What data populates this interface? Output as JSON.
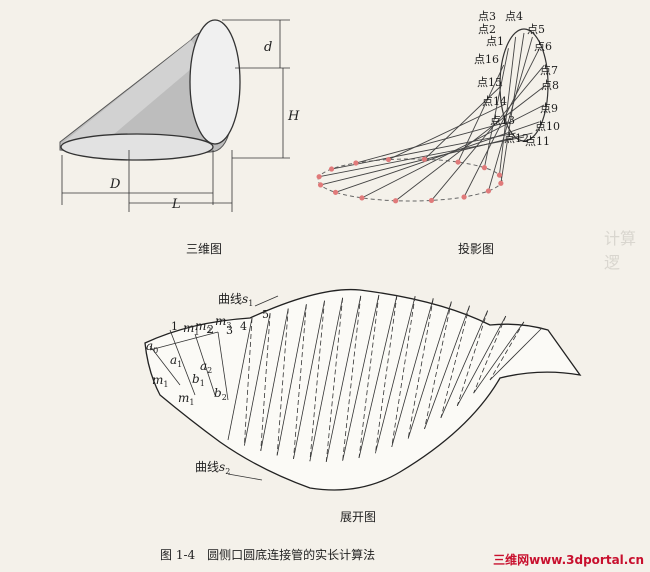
{
  "background_heading": "计算逻",
  "three_d": {
    "caption": "三维图",
    "labels": {
      "d": "d",
      "H": "H",
      "D": "D",
      "L": "L"
    }
  },
  "projection": {
    "caption": "投影图",
    "points": [
      "点3",
      "点4",
      "点2",
      "点5",
      "点1",
      "点6",
      "点16",
      "点7",
      "点15",
      "点8",
      "点14",
      "点9",
      "点13",
      "点10",
      "点12",
      "点11"
    ]
  },
  "development": {
    "caption": "展开图",
    "curve1": {
      "text": "曲线",
      "sub": "1"
    },
    "curve2": {
      "text": "曲线",
      "sub": "2"
    },
    "nums": [
      "1",
      "2",
      "3",
      "4",
      "5"
    ],
    "m1": "m",
    "m1sub": "1",
    "m2": "m",
    "m2sub": "2",
    "m3": "m",
    "m3sub": "3",
    "a0": "a",
    "a0sub": "0",
    "a1": "a",
    "a1sub": "1",
    "a2": "a",
    "a2sub": "2",
    "b1": "b",
    "b1sub": "1",
    "b2": "b",
    "b2sub": "2",
    "lm1a": "m",
    "lm1asub": "1",
    "lm1b": "m",
    "lm1bsub": "1"
  },
  "figure_caption": "图 1-4　圆侧口圆底连接管的实长计算法",
  "watermark": "三维网www.3dportal.cn"
}
